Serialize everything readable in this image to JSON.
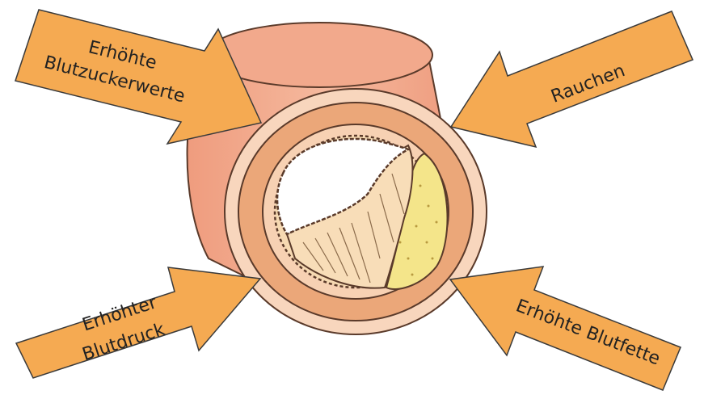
{
  "colors": {
    "arrow_fill": "#F5AA52",
    "arrow_stroke": "#3a3a3a",
    "vessel_outer": "#F2A98C",
    "vessel_ring": "#EBA779",
    "vessel_inner_band": "#F7D1B3",
    "lumen": "#ffffff",
    "plaque_fatty": "#F4E58A",
    "plaque_fibrous": "#F6D9B2"
  },
  "arrows": [
    {
      "id": "top-left",
      "lines": [
        "Erhöhte",
        "Blutzuckerwerte"
      ]
    },
    {
      "id": "top-right",
      "lines": [
        "Rauchen"
      ]
    },
    {
      "id": "bottom-left",
      "lines": [
        "Erhöhter",
        "Blutdruck"
      ]
    },
    {
      "id": "bottom-right",
      "lines": [
        "Erhöhte Blutfette"
      ]
    }
  ]
}
